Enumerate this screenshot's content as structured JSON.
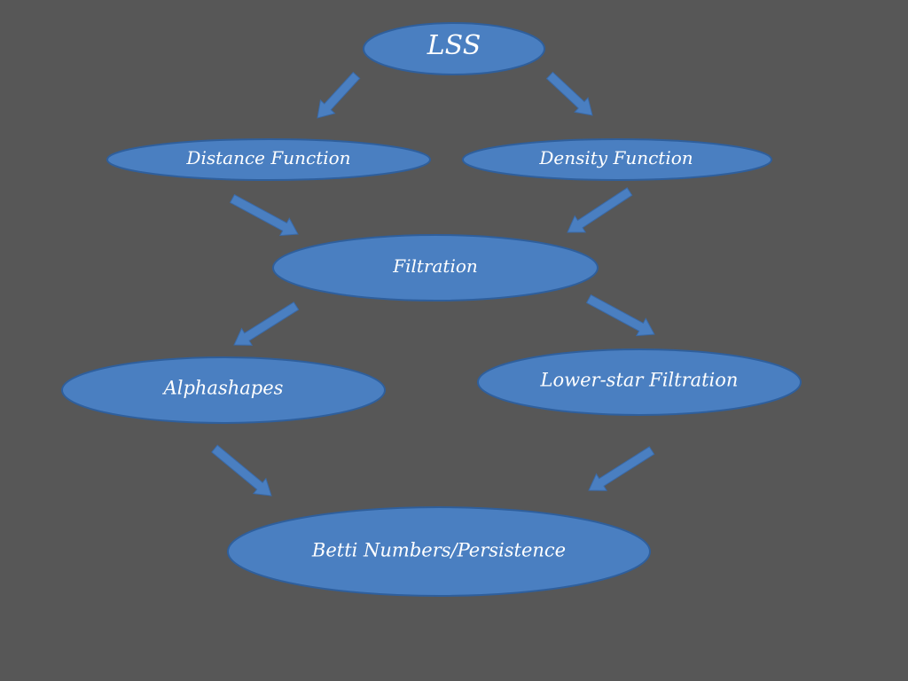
{
  "diagram": {
    "background_color": "#575757",
    "node_fill": "#4a7fc1",
    "node_stroke": "#2f5f9c",
    "label_color": "#ffffff",
    "nodes": [
      {
        "id": "lss",
        "label": "LSS"
      },
      {
        "id": "distance-function",
        "label": "Distance Function"
      },
      {
        "id": "density-function",
        "label": "Density  Function"
      },
      {
        "id": "filtration",
        "label": "Filtration"
      },
      {
        "id": "alphashapes",
        "label": "Alphashapes"
      },
      {
        "id": "lower-star-filtration",
        "label": "Lower-star Filtration"
      },
      {
        "id": "betti-numbers",
        "label": "Betti Numbers/Persistence"
      }
    ],
    "edges": [
      {
        "from": "lss",
        "to": "distance-function"
      },
      {
        "from": "lss",
        "to": "density-function"
      },
      {
        "from": "distance-function",
        "to": "filtration"
      },
      {
        "from": "density-function",
        "to": "filtration"
      },
      {
        "from": "filtration",
        "to": "alphashapes"
      },
      {
        "from": "filtration",
        "to": "lower-star-filtration"
      },
      {
        "from": "alphashapes",
        "to": "betti-numbers"
      },
      {
        "from": "lower-star-filtration",
        "to": "betti-numbers"
      }
    ]
  }
}
